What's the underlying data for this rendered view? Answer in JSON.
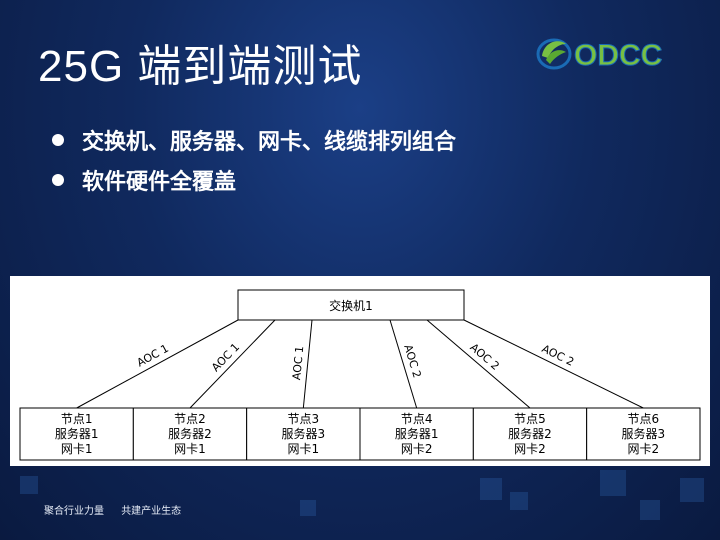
{
  "slide": {
    "title": "25G 端到端测试",
    "logo_text": "ODCC",
    "bullets": [
      "交换机、服务器、网卡、线缆排列组合",
      "软件硬件全覆盖"
    ],
    "footer": [
      "聚合行业力量",
      "共建产业生态"
    ]
  },
  "diagram": {
    "switch_label": "交换机1",
    "nodes": [
      {
        "name": "节点1",
        "server": "服务器1",
        "nic": "网卡1"
      },
      {
        "name": "节点2",
        "server": "服务器2",
        "nic": "网卡1"
      },
      {
        "name": "节点3",
        "server": "服务器3",
        "nic": "网卡1"
      },
      {
        "name": "节点4",
        "server": "服务器1",
        "nic": "网卡2"
      },
      {
        "name": "节点5",
        "server": "服务器2",
        "nic": "网卡2"
      },
      {
        "name": "节点6",
        "server": "服务器3",
        "nic": "网卡2"
      }
    ],
    "links": [
      "AOC 1",
      "AOC 1",
      "AOC 1",
      "AOC 2",
      "AOC 2",
      "AOC 2"
    ]
  },
  "colors": {
    "logo_green": "#78c043",
    "logo_blue": "#1a6bb5"
  }
}
